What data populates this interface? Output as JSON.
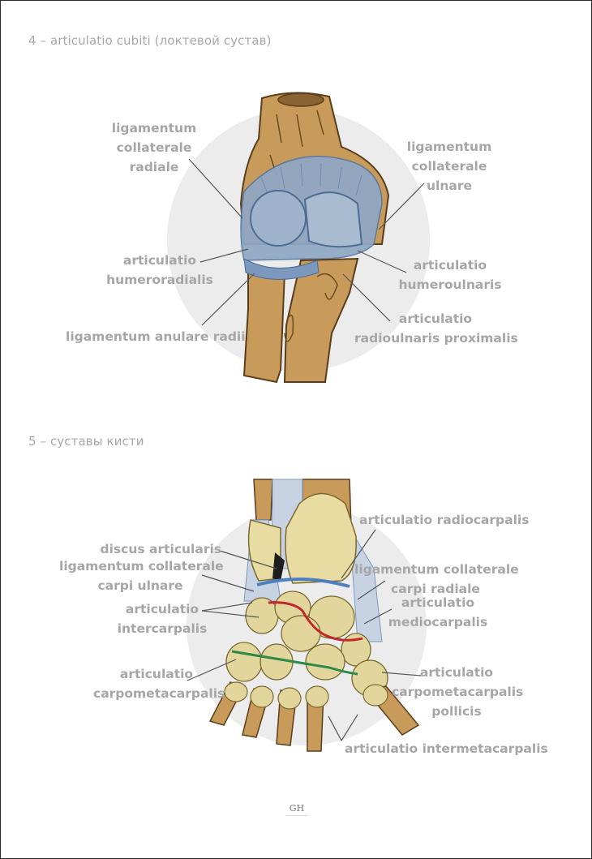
{
  "sections": {
    "elbow": {
      "title": "4 – articulatio cubiti (локтевой сустав)",
      "labels": {
        "lig_coll_radiale": [
          "ligamentum",
          "collaterale",
          "radiale"
        ],
        "lig_coll_ulnare": [
          "ligamentum",
          "collaterale",
          "ulnare"
        ],
        "art_humeroradialis": [
          "articulatio",
          "humeroradialis"
        ],
        "art_humeroulnaris": [
          "articulatio",
          "humeroulnaris"
        ],
        "lig_anulare": [
          "ligamentum anulare radii"
        ],
        "art_radioulnaris": [
          "articulatio",
          "radioulnaris proximalis"
        ]
      }
    },
    "hand": {
      "title": "5 – суставы кисти",
      "labels": {
        "radiocarpalis": [
          "articulatio radiocarpalis"
        ],
        "discus": [
          "discus articularis"
        ],
        "lig_carpi_ulnare": [
          "ligamentum collaterale",
          "carpi ulnare"
        ],
        "lig_carpi_radiale": [
          "ligamentum collaterale",
          "carpi radiale"
        ],
        "intercarpalis": [
          "articulatio",
          "intercarpalis"
        ],
        "mediocarpalis": [
          "articulatio",
          "mediocarpalis"
        ],
        "carpometacarpalis": [
          "articulatio",
          "carpometacarpalis"
        ],
        "carpometacarpalis_pollicis": [
          "articulatio",
          "carpometacarpalis",
          "pollicis"
        ],
        "intermetacarpalis": [
          "articulatio intermetacarpalis"
        ]
      }
    }
  },
  "logo": {
    "mark": "GH"
  },
  "colors": {
    "label_gray": "#a6a6a6",
    "bone": "#c99b5a",
    "cartilage_blue": "#8ea6c3",
    "joint_red": "#c1272d",
    "joint_green": "#2e8a47",
    "backdrop": "#ececec"
  }
}
